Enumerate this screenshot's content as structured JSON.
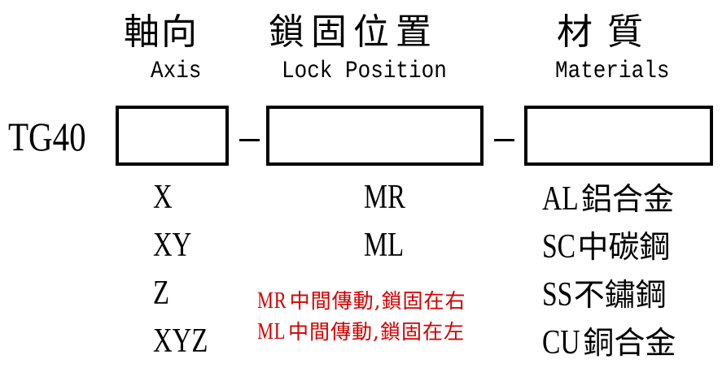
{
  "headers": {
    "axis": {
      "zh": "軸向",
      "en": "Axis"
    },
    "lock_position": {
      "zh": "鎖固位置",
      "en": "Lock Position"
    },
    "materials": {
      "zh": "材 質",
      "en": "Materials"
    }
  },
  "model_prefix": "TG40",
  "separator": "-",
  "axis_options": [
    "X",
    "XY",
    "Z",
    "XYZ"
  ],
  "lock_options": [
    "MR",
    "ML"
  ],
  "lock_notes": [
    {
      "code": "MR",
      "text": "中間傳動,鎖固在右"
    },
    {
      "code": "ML",
      "text": "中間傳動,鎖固在左"
    }
  ],
  "material_options": [
    {
      "code": "AL",
      "name": "鋁合金"
    },
    {
      "code": "SC",
      "name": "中碳鋼"
    },
    {
      "code": "SS",
      "name": "不鏽鋼"
    },
    {
      "code": "CU",
      "name": "銅合金"
    }
  ],
  "colors": {
    "note": "#d40000",
    "text": "#000000"
  }
}
